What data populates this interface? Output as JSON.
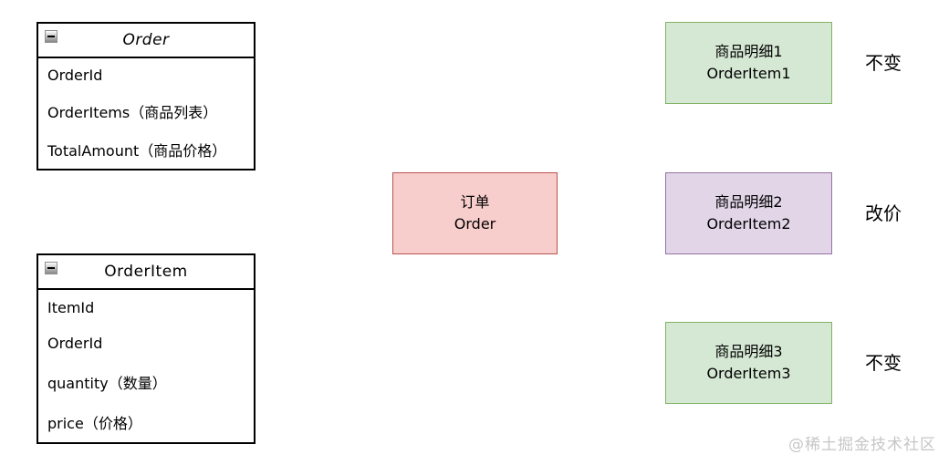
{
  "order_class": {
    "title": "Order",
    "fields": [
      "OrderId",
      "OrderItems（商品列表）",
      "TotalAmount（商品价格）"
    ]
  },
  "order_item_class": {
    "title": "OrderItem",
    "fields": [
      "ItemId",
      "OrderId",
      "quantity（数量）",
      "price（价格）"
    ]
  },
  "order_node": {
    "label_cn": "订单",
    "label_en": "Order",
    "fill": "#f8cecc",
    "stroke": "#b85450"
  },
  "item_nodes": [
    {
      "label_cn": "商品明细1",
      "label_en": "OrderItem1",
      "fill": "#d5e8d4",
      "stroke": "#82b366",
      "status": "不变"
    },
    {
      "label_cn": "商品明细2",
      "label_en": "OrderItem2",
      "fill": "#e1d5e7",
      "stroke": "#9673a6",
      "status": "改价"
    },
    {
      "label_cn": "商品明细3",
      "label_en": "OrderItem3",
      "fill": "#d5e8d4",
      "stroke": "#82b366",
      "status": "不变"
    }
  ],
  "watermark": "@稀土掘金技术社区"
}
